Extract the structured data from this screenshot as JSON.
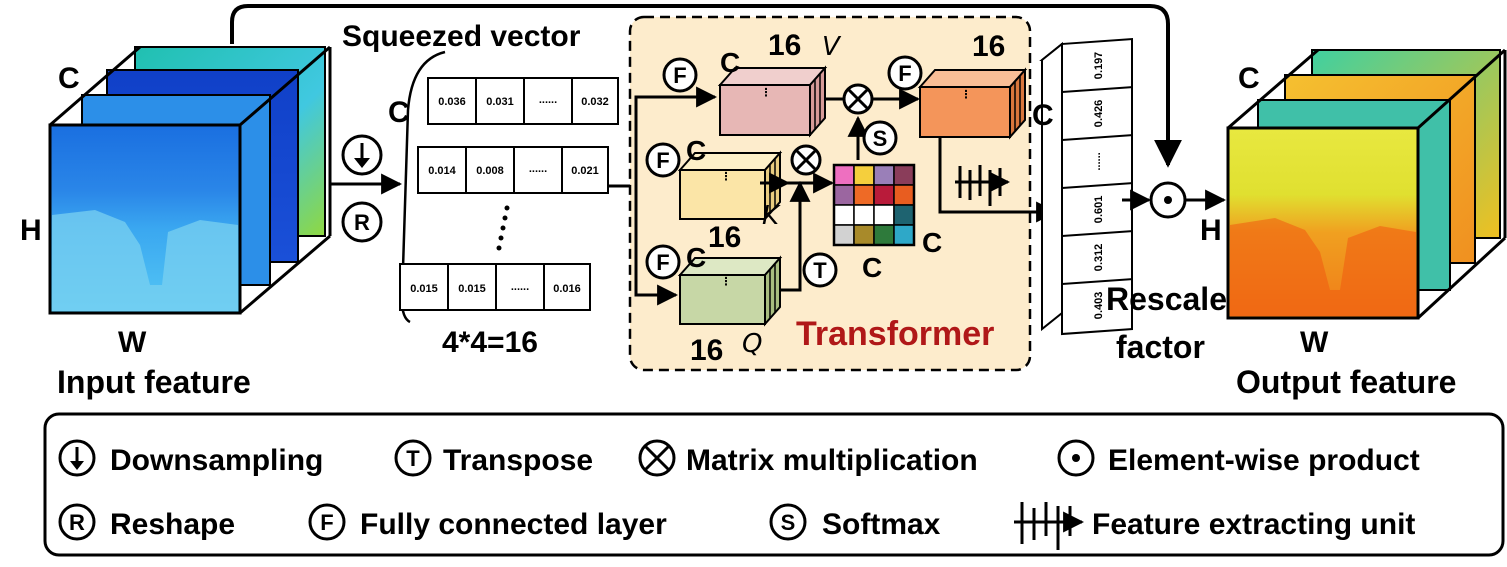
{
  "input": {
    "caption": "Input feature",
    "dim_c": "C",
    "dim_h": "H",
    "dim_w": "W"
  },
  "operators": {
    "downsample_symbol": "↓",
    "reshape_symbol": "R"
  },
  "squeezed": {
    "title": "Squeezed vector",
    "dim_c": "C",
    "size_label": "4*4=16",
    "dots": "......",
    "rows": [
      {
        "cells": [
          "0.036",
          "0.031",
          "0.032"
        ]
      },
      {
        "cells": [
          "0.014",
          "0.008",
          "0.021"
        ]
      },
      {
        "cells": [
          "0.015",
          "0.015",
          "0.016"
        ]
      }
    ]
  },
  "transformer": {
    "title": "Transformer",
    "v_label": "V",
    "k_label": "K",
    "q_label": "Q",
    "c_label": "C",
    "n16": "16",
    "fc_symbol": "F",
    "transpose_symbol": "T",
    "softmax_symbol": "S",
    "attention_matrix_colors": [
      "#ee6fc0",
      "#f5cf3d",
      "#9a7fb8",
      "#8a3d5a",
      "#9b66a0",
      "#ee6a26",
      "#b91b3a",
      "#e85d20",
      "#ffffff",
      "#ffffff",
      "#ffffff",
      "#1e6370",
      "#d2d2d2",
      "#a88a2a",
      "#2e7a3b",
      "#2ea8c8"
    ],
    "output_c_label": "C",
    "output_16_label": "16"
  },
  "rescale": {
    "title_line1": "Rescale",
    "title_line2": "factor",
    "dim_c": "C",
    "values": [
      "0.197",
      "0.426",
      "......",
      "0.601",
      "0.312",
      "0.403"
    ]
  },
  "output": {
    "caption": "Output feature",
    "dim_c": "C",
    "dim_h": "H",
    "dim_w": "W"
  },
  "legend": [
    {
      "symbol": "↓",
      "label": "Downsampling"
    },
    {
      "symbol": "T",
      "label": "Transpose"
    },
    {
      "symbol": "×",
      "label": "Matrix multiplication"
    },
    {
      "symbol": "•",
      "label": "Element-wise product"
    },
    {
      "symbol": "R",
      "label": "Reshape"
    },
    {
      "symbol": "F",
      "label": "Fully connected layer"
    },
    {
      "symbol": "S",
      "label": "Softmax"
    },
    {
      "symbol": "",
      "label": "Feature extracting unit"
    }
  ],
  "colors": {
    "transformer_bg": "#fdeccc",
    "v_box": "#e7b7b5",
    "k_box": "#fbe5a7",
    "q_box": "#c7d7a6",
    "out_box": "#f4955a",
    "input_blue": "#1a6fe0",
    "output_yellow": "#f0e020"
  }
}
